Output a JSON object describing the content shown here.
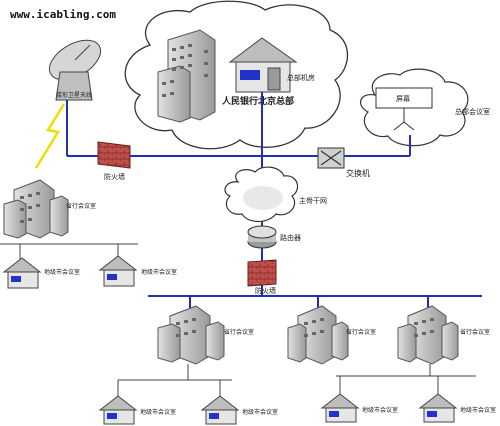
{
  "site_url": "www.icabling.com",
  "labels": {
    "satellite": "楼形卫星天线",
    "firewall_top": "防火墙",
    "people_bank_hq": "人民银行北京总部",
    "hq_server_room": "总部机房",
    "screen": "屏幕",
    "hq_meeting_room": "总部会议室",
    "switch": "交换机",
    "backbone": "主骨干网",
    "router": "路由器",
    "firewall_mid": "防火墙",
    "province_left": "省行会议室",
    "city_1": "地级市会议室",
    "city_2": "地级市会议室",
    "province_a": "省行会议室",
    "province_b": "省行会议室",
    "province_c": "省行会议室",
    "city_3": "地级市会议室",
    "city_4": "地级市会议室",
    "city_5": "地级市会议室",
    "city_6": "地级市会议室"
  },
  "colors": {
    "network_line": "#1f2fb8",
    "branch_line": "#444444",
    "firewall_brick": "#c0504d",
    "lightning": "#e8e000",
    "building_fill": "#c8c8c8",
    "screen_blue": "#2233cc"
  }
}
